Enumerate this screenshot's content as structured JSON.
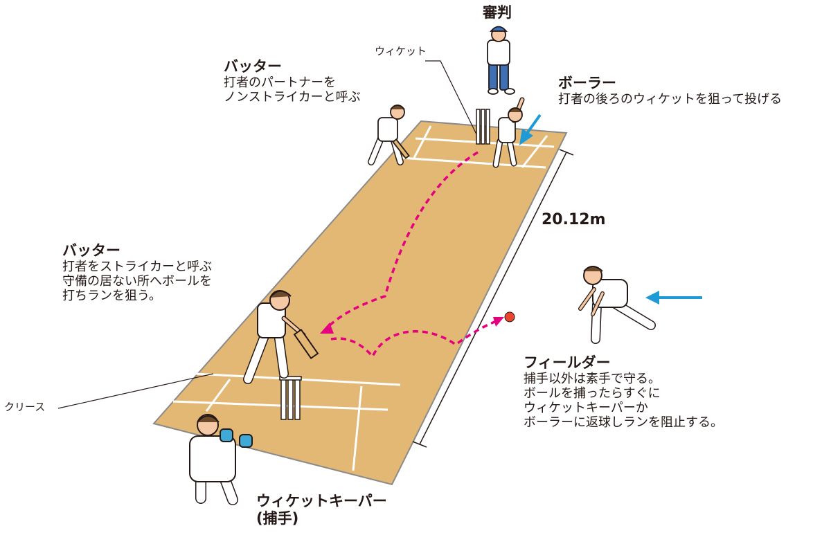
{
  "labels": {
    "umpire": {
      "title": "審判"
    },
    "wicket_small": "ウィケット",
    "batter_nonstriker": {
      "title": "バッター",
      "lines": [
        "打者のパートナーを",
        "ノンストライカーと呼ぶ"
      ]
    },
    "bowler": {
      "title": "ボーラー",
      "lines": [
        "打者の後ろのウィケットを狙って投げる"
      ]
    },
    "distance": "20.12m",
    "batter_striker": {
      "title": "バッター",
      "lines": [
        "打者をストライカーと呼ぶ",
        "守備の居ない所へボールを",
        "打ちランを狙う。"
      ]
    },
    "crease": "クリース",
    "fielder": {
      "title": "フィールダー",
      "lines": [
        "捕手以外は素手で守る。",
        "ボールを捕ったらすぐに",
        "ウィケットキーパーか",
        "ボーラーに返球しランを阻止する。"
      ]
    },
    "keeper": {
      "title": "ウィケットキーパー",
      "title2": "(捕手)"
    }
  },
  "colors": {
    "pitch": "#e3b774",
    "pitch_edge": "#b68a4e",
    "pitch_border": "#8a8a8a",
    "crease_line": "#ffffff",
    "trajectory": "#e4007f",
    "arrow": "#1e9ad6",
    "ball": "#e8452c",
    "outline": "#231815",
    "skin": "#f5c9a5",
    "hair": "#6b4a2b",
    "uniform": "#ffffff",
    "umpire_pants": "#3f6fb5",
    "glove": "#3fa9d8"
  },
  "icons": [
    "umpire-figure",
    "bowler-figure",
    "batter-nonstriker-figure",
    "batter-striker-figure",
    "fielder-figure",
    "wicket-keeper-figure",
    "wicket-icon",
    "ball-icon",
    "arrow-icon"
  ]
}
